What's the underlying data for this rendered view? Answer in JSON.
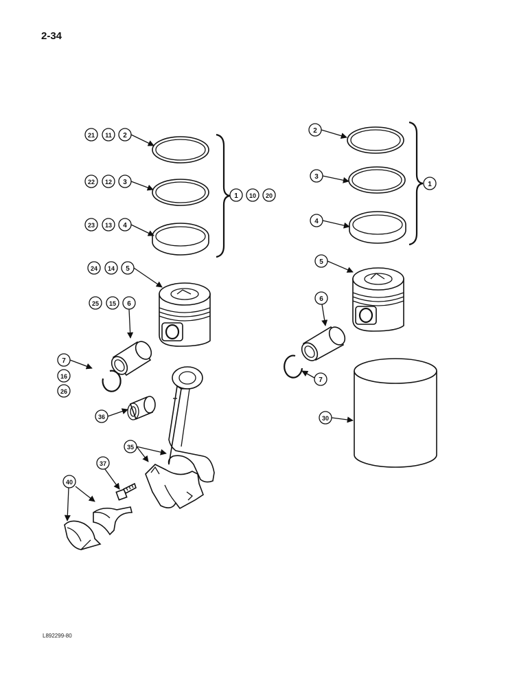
{
  "page": {
    "number": "2-34",
    "drawing_id": "L892299-80"
  },
  "callouts": {
    "left": {
      "ring_top": [
        "21",
        "11",
        "2"
      ],
      "ring_mid": [
        "22",
        "12",
        "3"
      ],
      "ring_bottom": [
        "23",
        "13",
        "4"
      ],
      "ring_set": [
        "1",
        "10",
        "20"
      ],
      "piston": [
        "24",
        "14",
        "5"
      ],
      "pin": [
        "25",
        "15",
        "6"
      ],
      "retainer": [
        "7",
        "16",
        "26"
      ],
      "bushing": [
        "36"
      ],
      "rod": [
        "35"
      ],
      "bolt": [
        "37"
      ],
      "bearing": [
        "40"
      ]
    },
    "right": {
      "ring_top": [
        "2"
      ],
      "ring_mid": [
        "3"
      ],
      "ring_bottom": [
        "4"
      ],
      "ring_set": [
        "1"
      ],
      "piston": [
        "5"
      ],
      "pin": [
        "6"
      ],
      "retainer": [
        "7"
      ],
      "sleeve": [
        "30"
      ]
    }
  }
}
